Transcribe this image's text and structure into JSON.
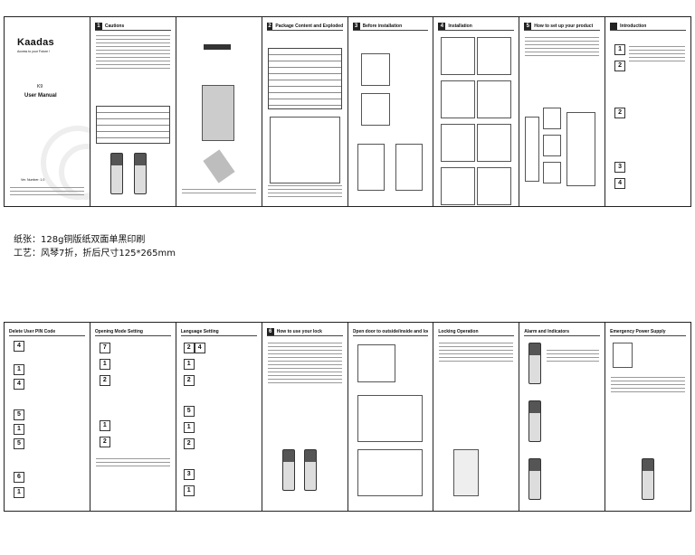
{
  "cover": {
    "brand": "Kaadas",
    "slogan": "Access to your Future !",
    "model": "K9",
    "title": "User Manual",
    "version": "Ver. Number: 1.0"
  },
  "specs": {
    "paper": "纸张：128g铜版纸双面单黑印刷",
    "process": "工艺：风琴7折，折后尺寸125*265mm"
  },
  "top_panels": [
    {
      "num": "",
      "title": ""
    },
    {
      "num": "1",
      "title": "Cautions"
    },
    {
      "num": "",
      "title": ""
    },
    {
      "num": "2",
      "title": "Package Content and Exploded View"
    },
    {
      "num": "3",
      "title": "Before installation"
    },
    {
      "num": "4",
      "title": "Installation"
    },
    {
      "num": "5",
      "title": "How to set up your product"
    },
    {
      "num": "",
      "title": "Introduction"
    }
  ],
  "bottom_panels": [
    {
      "num": "",
      "title": "Delete User PIN Code"
    },
    {
      "num": "",
      "title": "Opening Mode Setting"
    },
    {
      "num": "",
      "title": "Language Setting"
    },
    {
      "num": "6",
      "title": "How to use your lock"
    },
    {
      "num": "",
      "title": "Open door to outside/inside and lock"
    },
    {
      "num": "",
      "title": "Locking Operation"
    },
    {
      "num": "",
      "title": "Alarm and Indicators"
    },
    {
      "num": "",
      "title": "Emergency Power Supply"
    }
  ]
}
